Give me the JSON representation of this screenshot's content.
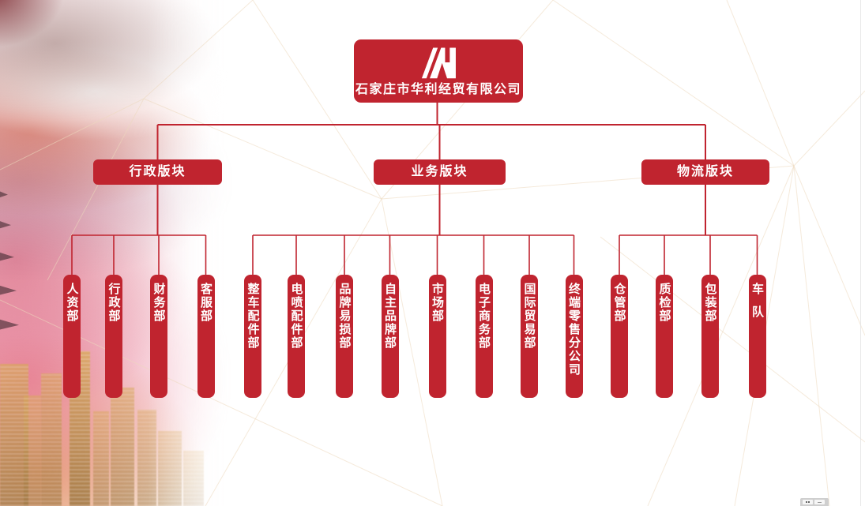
{
  "company": {
    "name": "石家庄市华利经贸有限公司",
    "logo_icon": "tower-logo-icon"
  },
  "org": {
    "sections": [
      {
        "label": "行政版块",
        "departments": [
          {
            "label": "人资部"
          },
          {
            "label": "行政部"
          },
          {
            "label": "财务部"
          },
          {
            "label": "客服部"
          }
        ]
      },
      {
        "label": "业务版块",
        "departments": [
          {
            "label": "整车配件部"
          },
          {
            "label": "电喷配件部"
          },
          {
            "label": "品牌易损部"
          },
          {
            "label": "自主品牌部"
          },
          {
            "label": "市场部"
          },
          {
            "label": "电子商务部"
          },
          {
            "label": "国际贸易部"
          },
          {
            "label": "终端零售分公司"
          }
        ]
      },
      {
        "label": "物流版块",
        "departments": [
          {
            "label": "仓管部"
          },
          {
            "label": "质检部"
          },
          {
            "label": "包装部"
          },
          {
            "label": "车队"
          }
        ]
      }
    ]
  },
  "colors": {
    "primary_red": "#c0242f",
    "connector_red": "#c0242f",
    "text_on_red": "#ffffff",
    "mesh_line": "#ecd9bd",
    "city_gold": "#d9a95c",
    "sky_pink": "#e06984"
  }
}
